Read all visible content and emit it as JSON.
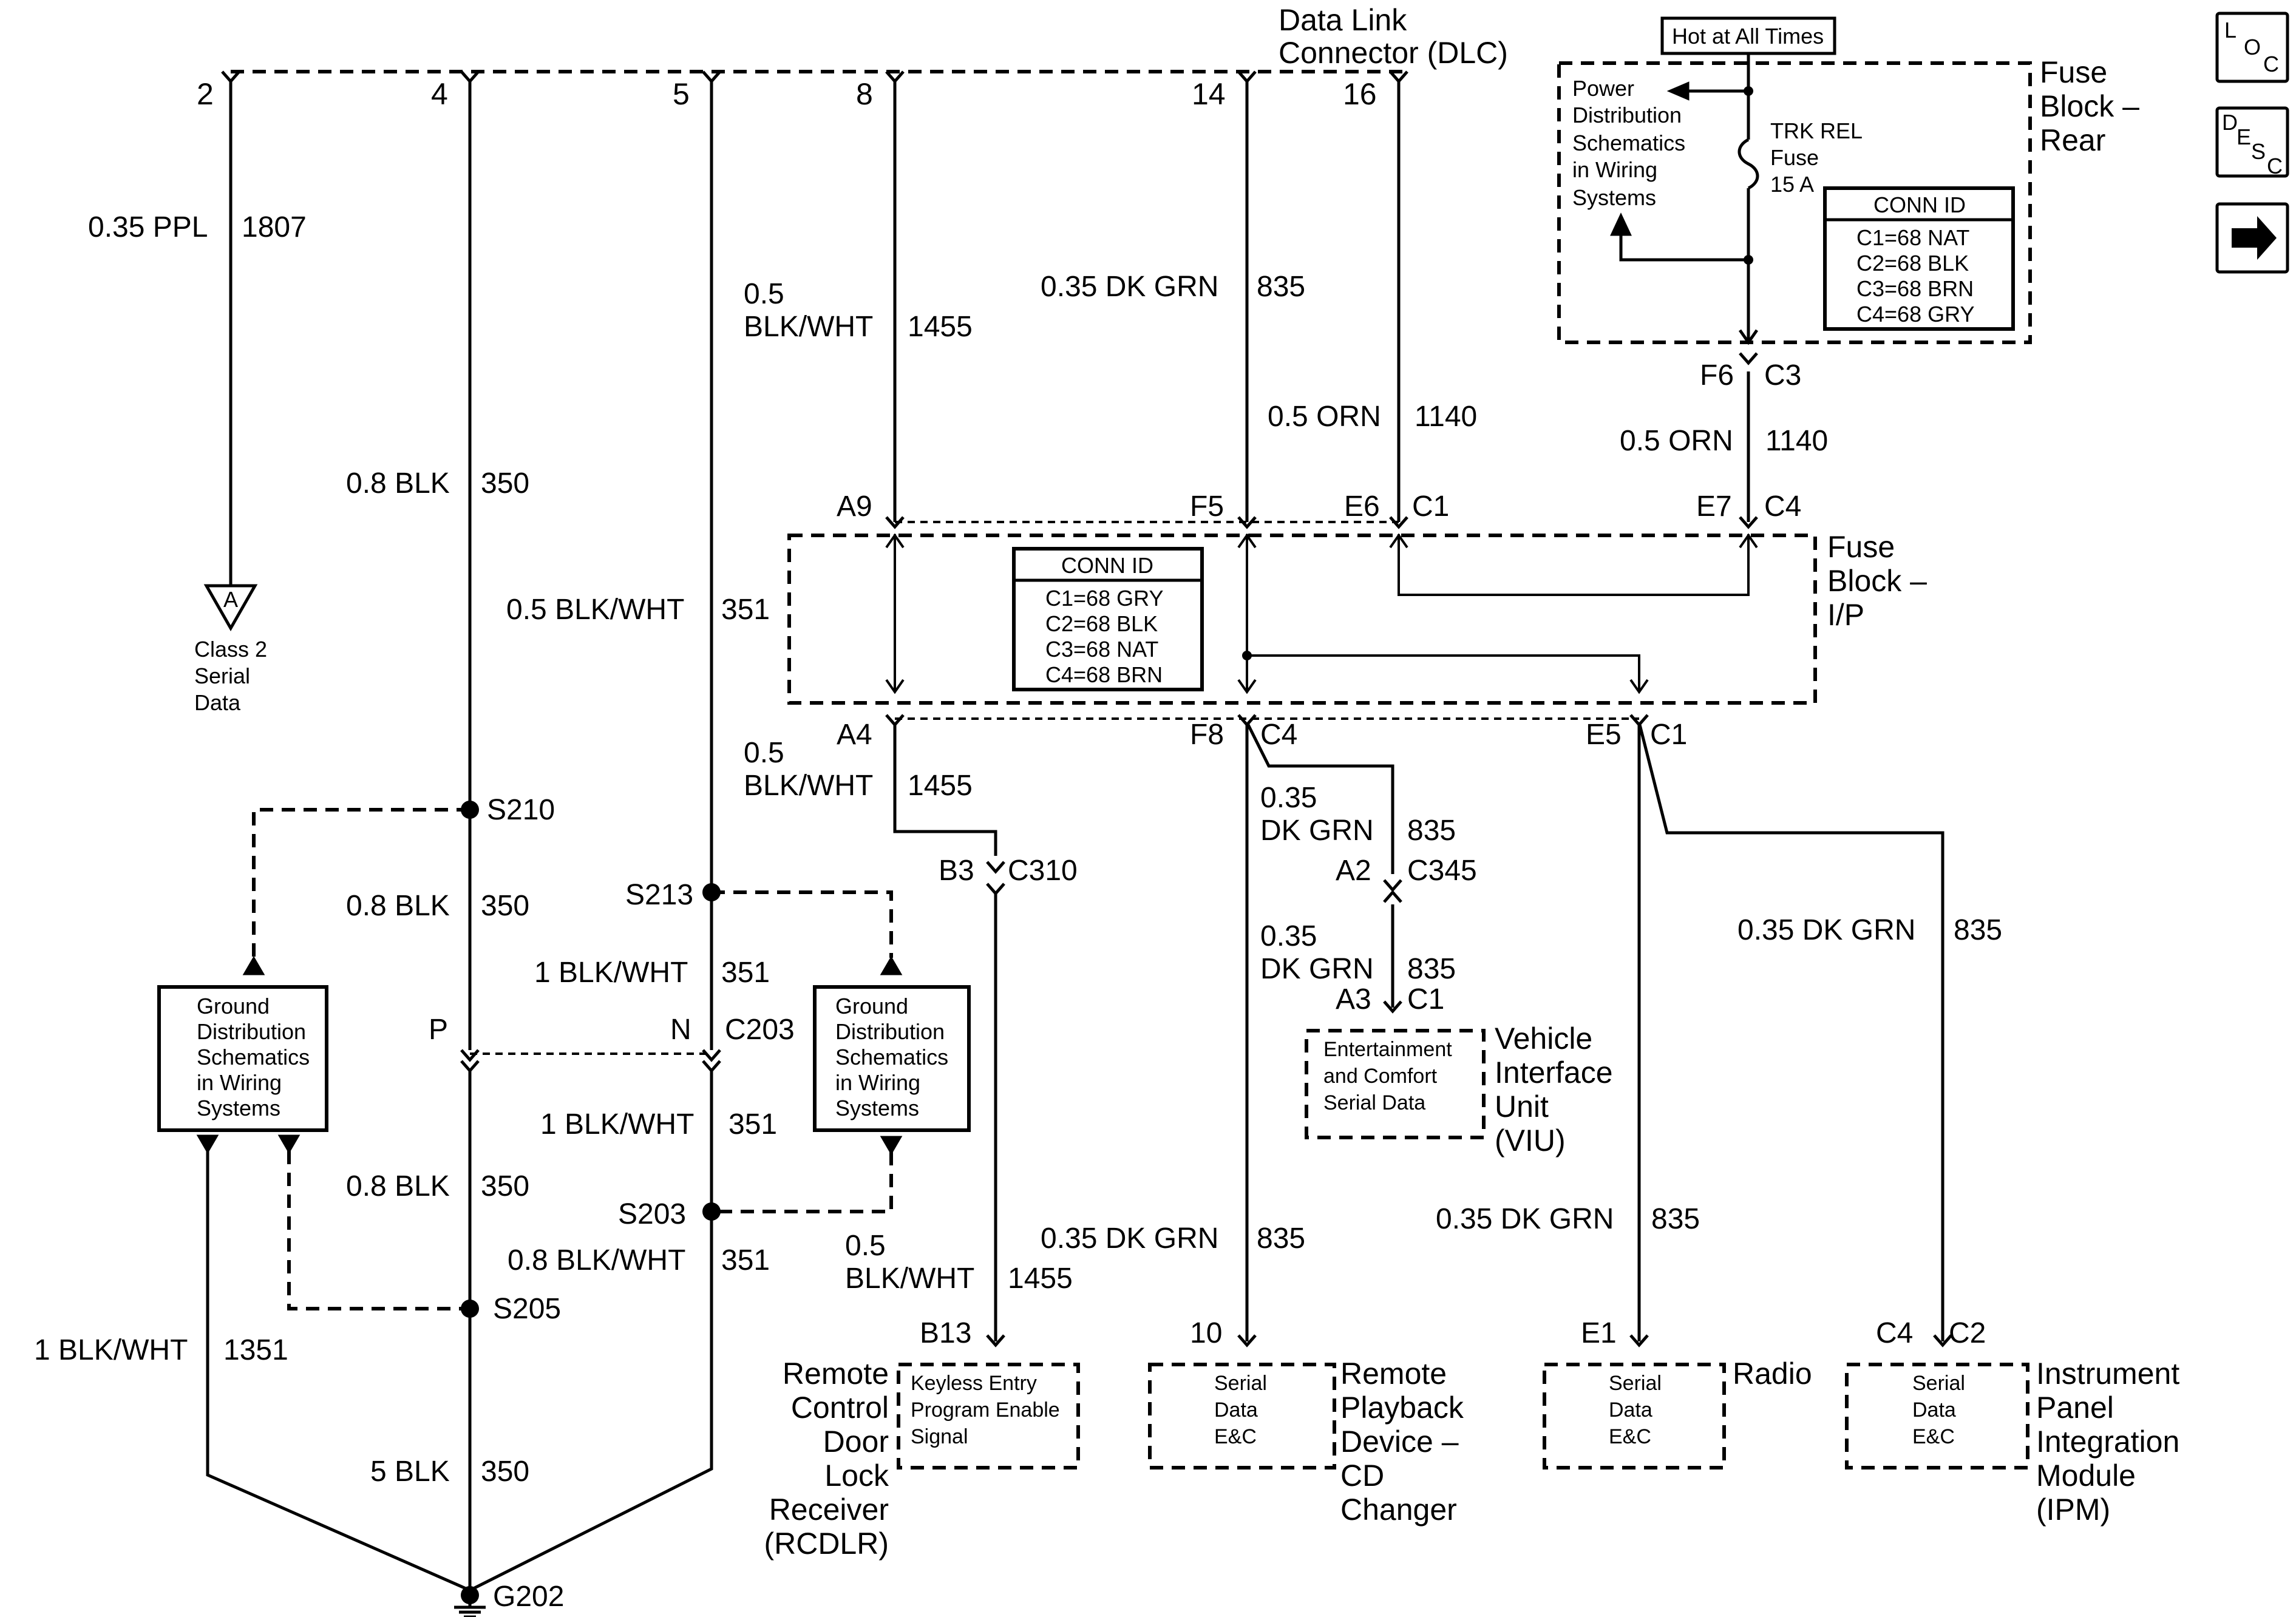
{
  "dlc": {
    "title_line1": "Data Link",
    "title_line2": "Connector (DLC)",
    "pins": [
      "2",
      "4",
      "5",
      "8",
      "14",
      "16"
    ]
  },
  "wires": {
    "ppl_size": "0.35 PPL",
    "ppl_circuit": "1807",
    "blk_size": "0.8 BLK",
    "blk_circuit": "350",
    "blkwht05_line1": "0.5",
    "blkwht05_line2": "BLK/WHT",
    "blkwht05_circuit": "1455",
    "dkgrn_size": "0.35 DK GRN",
    "dkgrn_circuit": "835",
    "orn_size": "0.5 ORN",
    "orn_circuit": "1140",
    "blkwht351_size": "0.5 BLK/WHT",
    "blkwht351_circuit": "351",
    "blkwht1_size": "1 BLK/WHT",
    "blkwht1_circuit": "351",
    "blkwht08_size": "0.8 BLK/WHT",
    "blkwht08_circuit": "351",
    "blk5_size": "5 BLK",
    "blk5_circuit": "350",
    "blkwht1351_size": "1 BLK/WHT",
    "blkwht1351_circuit": "1351",
    "dk_line1": "0.35",
    "dk_line2": "DK GRN"
  },
  "class2": {
    "symbol": "A",
    "line1": "Class 2",
    "line2": "Serial",
    "line3": "Data"
  },
  "fuse_rear": {
    "hot_label": "Hot at All Times",
    "title_line1": "Fuse",
    "title_line2": "Block –",
    "title_line3": "Rear",
    "pds_lines": [
      "Power",
      "Distribution",
      "Schematics",
      "in Wiring",
      "Systems"
    ],
    "fuse_name": "TRK REL",
    "fuse_word": "Fuse",
    "fuse_rating": "15 A",
    "conn_title": "CONN ID",
    "conn_lines": [
      "C1=68 NAT",
      "C2=68 BLK",
      "C3=68 BRN",
      "C4=68 GRY"
    ]
  },
  "fuse_ip": {
    "title_line1": "Fuse",
    "title_line2": "Block –",
    "title_line3": "I/P",
    "conn_title": "CONN ID",
    "conn_lines": [
      "C1=68 GRY",
      "C2=68 BLK",
      "C3=68 NAT",
      "C4=68 BRN"
    ]
  },
  "connectors": {
    "f6": "F6",
    "c3": "C3",
    "e7": "E7",
    "c4": "C4",
    "a9": "A9",
    "f5": "F5",
    "e6": "E6",
    "c1": "C1",
    "a4": "A4",
    "f8": "F8",
    "e5": "E5",
    "b3": "B3",
    "c310": "C310",
    "a2": "A2",
    "c345": "C345",
    "a3": "A3",
    "p": "P",
    "n": "N",
    "c203": "C203",
    "b13": "B13",
    "pin10": "10",
    "e1": "E1",
    "c2": "C2"
  },
  "splices": {
    "s210": "S210",
    "s213": "S213",
    "s203": "S203",
    "s205": "S205",
    "g202": "G202"
  },
  "ground_dist": {
    "lines": [
      "Ground",
      "Distribution",
      "Schematics",
      "in Wiring",
      "Systems"
    ]
  },
  "viu": {
    "box_lines": [
      "Entertainment",
      "and Comfort",
      "Serial Data"
    ],
    "name_lines": [
      "Vehicle",
      "Interface",
      "Unit",
      "(VIU)"
    ]
  },
  "rcdlr": {
    "box_lines": [
      "Keyless Entry",
      "Program Enable",
      "Signal"
    ],
    "name_lines": [
      "Remote",
      "Control",
      "Door",
      "Lock",
      "Receiver",
      "(RCDLR)"
    ]
  },
  "cd": {
    "box_lines": [
      "Serial",
      "Data",
      "E&C"
    ],
    "name_lines": [
      "Remote",
      "Playback",
      "Device –",
      "CD",
      "Changer"
    ]
  },
  "radio": {
    "box_lines": [
      "Serial",
      "Data",
      "E&C"
    ],
    "name": "Radio"
  },
  "ipm": {
    "box_lines": [
      "Serial",
      "Data",
      "E&C"
    ],
    "name_lines": [
      "Instrument",
      "Panel",
      "Integration",
      "Module",
      "(IPM)"
    ]
  },
  "nav": {
    "loc_l": "L",
    "loc_o": "O",
    "loc_c": "C",
    "desc_d": "D",
    "desc_e": "E",
    "desc_s": "S",
    "desc_c": "C",
    "next_icon": "arrow-right-icon"
  }
}
